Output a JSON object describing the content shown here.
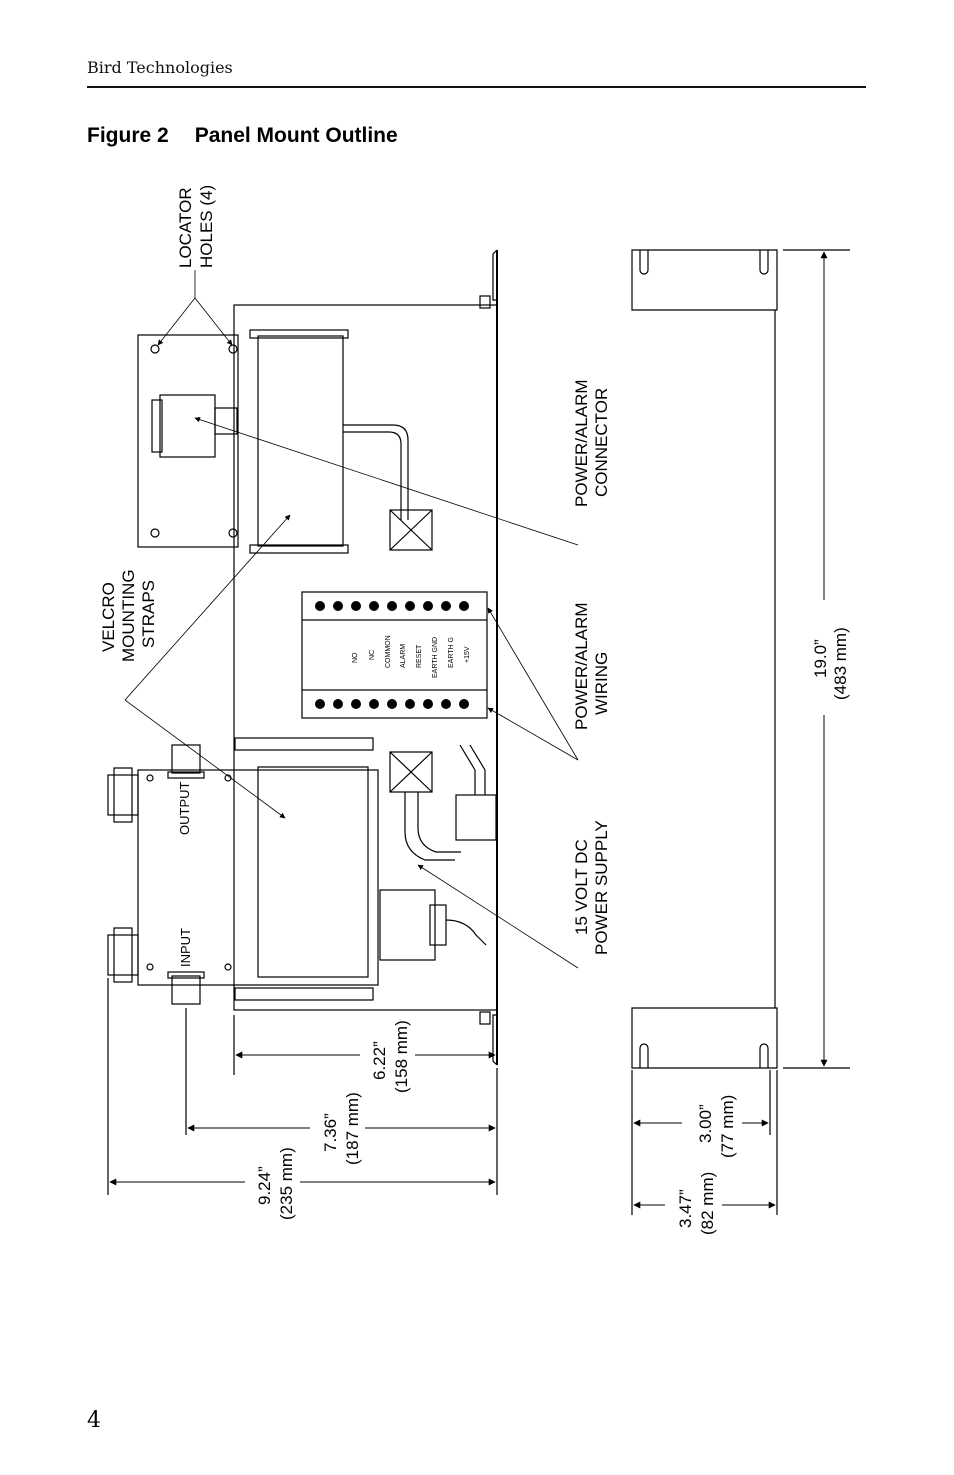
{
  "header": {
    "company": "Bird Technologies"
  },
  "figure": {
    "number": "Figure 2",
    "title": "Panel Mount Outline"
  },
  "page_number": "4",
  "callouts": {
    "locator": [
      "LOCATOR",
      "HOLES (4)"
    ],
    "velcro": [
      "VELCRO",
      "MOUNTING",
      "STRAPS"
    ],
    "connector": [
      "POWER/ALARM",
      "CONNECTOR"
    ],
    "wiring": [
      "POWER/ALARM",
      "WIRING"
    ],
    "supply": [
      "15 VOLT DC",
      "POWER SUPPLY"
    ]
  },
  "ports": {
    "output": "OUTPUT",
    "input": "INPUT"
  },
  "terminals": [
    "NO",
    "NC",
    "COMMON",
    "ALARM",
    "RESET",
    "EARTH GND",
    "EARTH G",
    "+15V"
  ],
  "dimensions": {
    "d622": [
      "6.22”",
      "(158 mm)"
    ],
    "d736": [
      "7.36”",
      "(187 mm)"
    ],
    "d924": [
      "9.24”",
      "(235 mm)"
    ],
    "d190": [
      "19.0”",
      "(483 mm)"
    ],
    "d300": [
      "3.00”",
      "(77 mm)"
    ],
    "d347": [
      "3.47”",
      "(82 mm)"
    ]
  }
}
